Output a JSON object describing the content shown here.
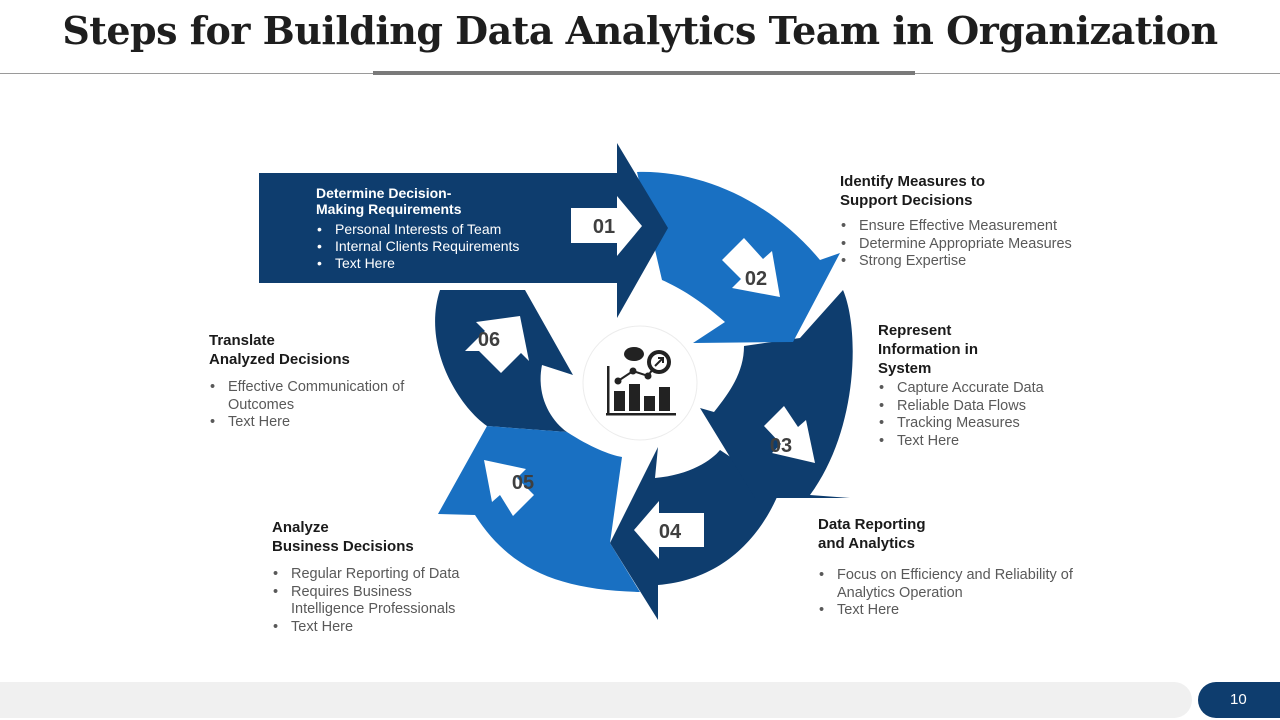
{
  "title": "Steps for Building Data Analytics Team in Organization",
  "page_number": "10",
  "colors": {
    "dark_blue": "#0e3d6e",
    "bright_blue": "#1970c2",
    "text": "#595959"
  },
  "center_icon": "analytics-chart-icon",
  "steps": [
    {
      "number": "01",
      "heading": "Determine Decision-\nMaking Requirements",
      "bullets": [
        "Personal Interests of Team",
        "Internal Clients Requirements",
        "Text Here"
      ]
    },
    {
      "number": "02",
      "heading": "Identify Measures to\nSupport Decisions",
      "bullets": [
        "Ensure Effective Measurement",
        "Determine Appropriate Measures",
        "Strong Expertise"
      ]
    },
    {
      "number": "03",
      "heading": "Represent\nInformation in\nSystem",
      "bullets": [
        "Capture Accurate Data",
        "Reliable Data Flows",
        "Tracking Measures",
        "Text Here"
      ]
    },
    {
      "number": "04",
      "heading": "Data Reporting\nand Analytics",
      "bullets": [
        "Focus on Efficiency and Reliability of Analytics Operation",
        "Text Here"
      ]
    },
    {
      "number": "05",
      "heading": "Analyze\nBusiness Decisions",
      "bullets": [
        "Regular Reporting of Data",
        "Requires Business Intelligence Professionals",
        "Text Here"
      ]
    },
    {
      "number": "06",
      "heading": "Translate\nAnalyzed Decisions",
      "bullets": [
        "Effective Communication of Outcomes",
        "Text Here"
      ]
    }
  ]
}
